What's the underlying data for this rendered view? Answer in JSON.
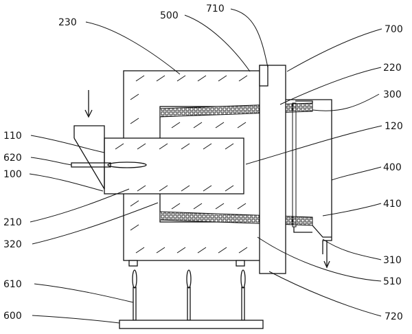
{
  "labels": {
    "l230": "230",
    "l500": "500",
    "l710": "710",
    "l700": "700",
    "l220": "220",
    "l300": "300",
    "l120": "120",
    "l110": "110",
    "l620": "620",
    "l100": "100",
    "l400": "400",
    "l410": "410",
    "l210": "210",
    "l320": "320",
    "l310": "310",
    "l510": "510",
    "l610": "610",
    "l600": "600",
    "l720": "720"
  }
}
